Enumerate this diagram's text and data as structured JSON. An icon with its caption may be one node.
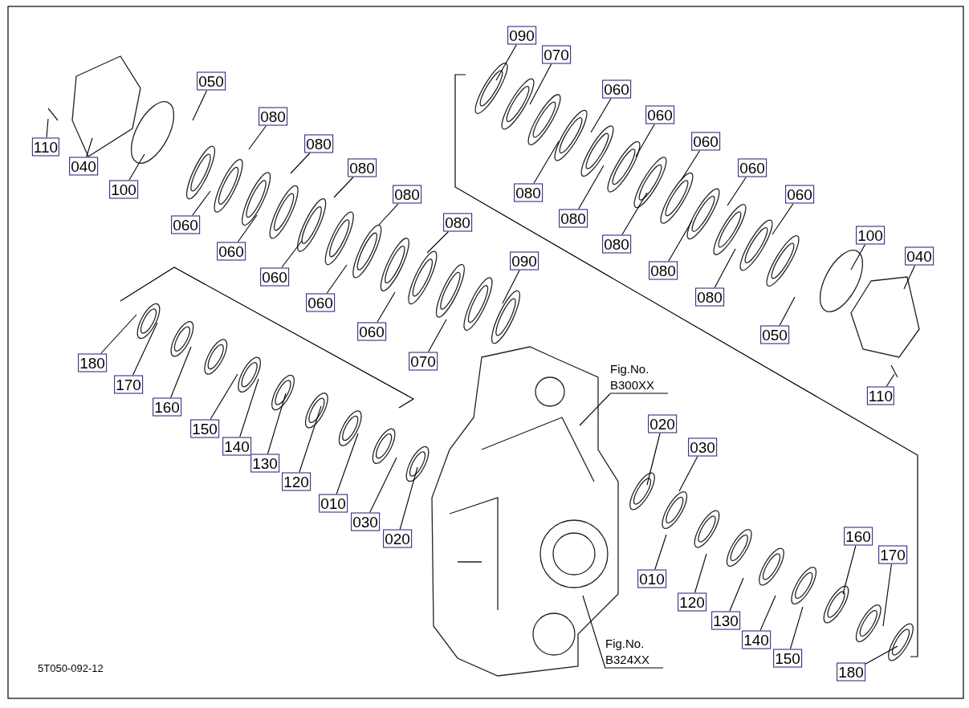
{
  "diagram": {
    "nodes": [
      {
        "text": [
          "110"
        ]
      },
      {
        "text": [
          "040"
        ]
      },
      {
        "text": [
          "100"
        ]
      },
      {
        "text": [
          "050"
        ]
      },
      {
        "text": [
          "080"
        ]
      },
      {
        "text": [
          "080"
        ]
      },
      {
        "text": [
          "080"
        ]
      },
      {
        "text": [
          "080"
        ]
      },
      {
        "text": [
          "080"
        ]
      },
      {
        "text": [
          "090"
        ]
      },
      {
        "text": [
          "060"
        ]
      },
      {
        "text": [
          "060"
        ]
      },
      {
        "text": [
          "060"
        ]
      },
      {
        "text": [
          "060"
        ]
      },
      {
        "text": [
          "060"
        ]
      },
      {
        "text": [
          "070"
        ]
      },
      {
        "text": [
          "090"
        ]
      },
      {
        "text": [
          "070"
        ]
      },
      {
        "text": [
          "060"
        ]
      },
      {
        "text": [
          "060"
        ]
      },
      {
        "text": [
          "060"
        ]
      },
      {
        "text": [
          "060"
        ]
      },
      {
        "text": [
          "060"
        ]
      },
      {
        "text": [
          "080"
        ]
      },
      {
        "text": [
          "080"
        ]
      },
      {
        "text": [
          "080"
        ]
      },
      {
        "text": [
          "080"
        ]
      },
      {
        "text": [
          "080"
        ]
      },
      {
        "text": [
          "100"
        ]
      },
      {
        "text": [
          "040"
        ]
      },
      {
        "text": [
          "050"
        ]
      },
      {
        "text": [
          "110"
        ]
      },
      {
        "text": [
          "180"
        ]
      },
      {
        "text": [
          "170"
        ]
      },
      {
        "text": [
          "160"
        ]
      },
      {
        "text": [
          "150"
        ]
      },
      {
        "text": [
          "140"
        ]
      },
      {
        "text": [
          "130"
        ]
      },
      {
        "text": [
          "120"
        ]
      },
      {
        "text": [
          "010"
        ]
      },
      {
        "text": [
          "030"
        ]
      },
      {
        "text": [
          "020"
        ]
      },
      {
        "text": [
          "020"
        ]
      },
      {
        "text": [
          "030"
        ]
      },
      {
        "text": [
          "010"
        ]
      },
      {
        "text": [
          "120"
        ]
      },
      {
        "text": [
          "130"
        ]
      },
      {
        "text": [
          "140"
        ]
      },
      {
        "text": [
          "150"
        ]
      },
      {
        "text": [
          "160"
        ]
      },
      {
        "text": [
          "170"
        ]
      },
      {
        "text": [
          "180"
        ]
      },
      {
        "text": [
          "Fig.No. B300XX"
        ]
      },
      {
        "text": [
          "Fig.No. B324XX"
        ]
      }
    ],
    "edges": [
      {
        "from": 0,
        "to": null,
        "arrow": "none"
      },
      {
        "from": 1,
        "to": null,
        "arrow": "none"
      },
      {
        "from": 2,
        "to": null,
        "arrow": "none"
      },
      {
        "from": 3,
        "to": null,
        "arrow": "none"
      },
      {
        "from": 4,
        "to": null,
        "arrow": "none"
      },
      {
        "from": 5,
        "to": null,
        "arrow": "none"
      },
      {
        "from": 6,
        "to": null,
        "arrow": "none"
      },
      {
        "from": 7,
        "to": null,
        "arrow": "none"
      },
      {
        "from": 8,
        "to": null,
        "arrow": "none"
      },
      {
        "from": 9,
        "to": null,
        "arrow": "none"
      },
      {
        "from": 10,
        "to": null,
        "arrow": "none"
      },
      {
        "from": 11,
        "to": null,
        "arrow": "none"
      },
      {
        "from": 12,
        "to": null,
        "arrow": "none"
      },
      {
        "from": 13,
        "to": null,
        "arrow": "none"
      },
      {
        "from": 14,
        "to": null,
        "arrow": "none"
      },
      {
        "from": 15,
        "to": null,
        "arrow": "none"
      },
      {
        "from": 16,
        "to": null,
        "arrow": "none"
      },
      {
        "from": 17,
        "to": null,
        "arrow": "none"
      },
      {
        "from": 18,
        "to": null,
        "arrow": "none"
      },
      {
        "from": 19,
        "to": null,
        "arrow": "none"
      },
      {
        "from": 20,
        "to": null,
        "arrow": "none"
      },
      {
        "from": 21,
        "to": null,
        "arrow": "none"
      },
      {
        "from": 22,
        "to": null,
        "arrow": "none"
      },
      {
        "from": 23,
        "to": null,
        "arrow": "none"
      },
      {
        "from": 24,
        "to": null,
        "arrow": "none"
      },
      {
        "from": 25,
        "to": null,
        "arrow": "none"
      },
      {
        "from": 26,
        "to": null,
        "arrow": "none"
      },
      {
        "from": 27,
        "to": null,
        "arrow": "none"
      },
      {
        "from": 28,
        "to": null,
        "arrow": "none"
      },
      {
        "from": 29,
        "to": null,
        "arrow": "none"
      },
      {
        "from": 30,
        "to": null,
        "arrow": "none"
      },
      {
        "from": 31,
        "to": null,
        "arrow": "none"
      },
      {
        "from": 32,
        "to": null,
        "arrow": "none"
      },
      {
        "from": 33,
        "to": null,
        "arrow": "none"
      },
      {
        "from": 34,
        "to": null,
        "arrow": "none"
      },
      {
        "from": 35,
        "to": null,
        "arrow": "none"
      },
      {
        "from": 36,
        "to": null,
        "arrow": "none"
      },
      {
        "from": 37,
        "to": null,
        "arrow": "none"
      },
      {
        "from": 38,
        "to": null,
        "arrow": "none"
      },
      {
        "from": 39,
        "to": null,
        "arrow": "none"
      },
      {
        "from": 40,
        "to": null,
        "arrow": "none"
      },
      {
        "from": 41,
        "to": null,
        "arrow": "none"
      },
      {
        "from": 42,
        "to": null,
        "arrow": "none"
      },
      {
        "from": 43,
        "to": null,
        "arrow": "none"
      },
      {
        "from": 44,
        "to": null,
        "arrow": "none"
      },
      {
        "from": 45,
        "to": null,
        "arrow": "none"
      },
      {
        "from": 46,
        "to": null,
        "arrow": "none"
      },
      {
        "from": 47,
        "to": null,
        "arrow": "none"
      },
      {
        "from": 48,
        "to": null,
        "arrow": "none"
      },
      {
        "from": 49,
        "to": null,
        "arrow": "none"
      },
      {
        "from": 50,
        "to": null,
        "arrow": "none"
      },
      {
        "from": 51,
        "to": null,
        "arrow": "none"
      },
      {
        "from": 52,
        "to": null,
        "arrow": "none"
      },
      {
        "from": 53,
        "to": null,
        "arrow": "none"
      }
    ],
    "labels": [
      "5T050-092-12"
    ]
  }
}
